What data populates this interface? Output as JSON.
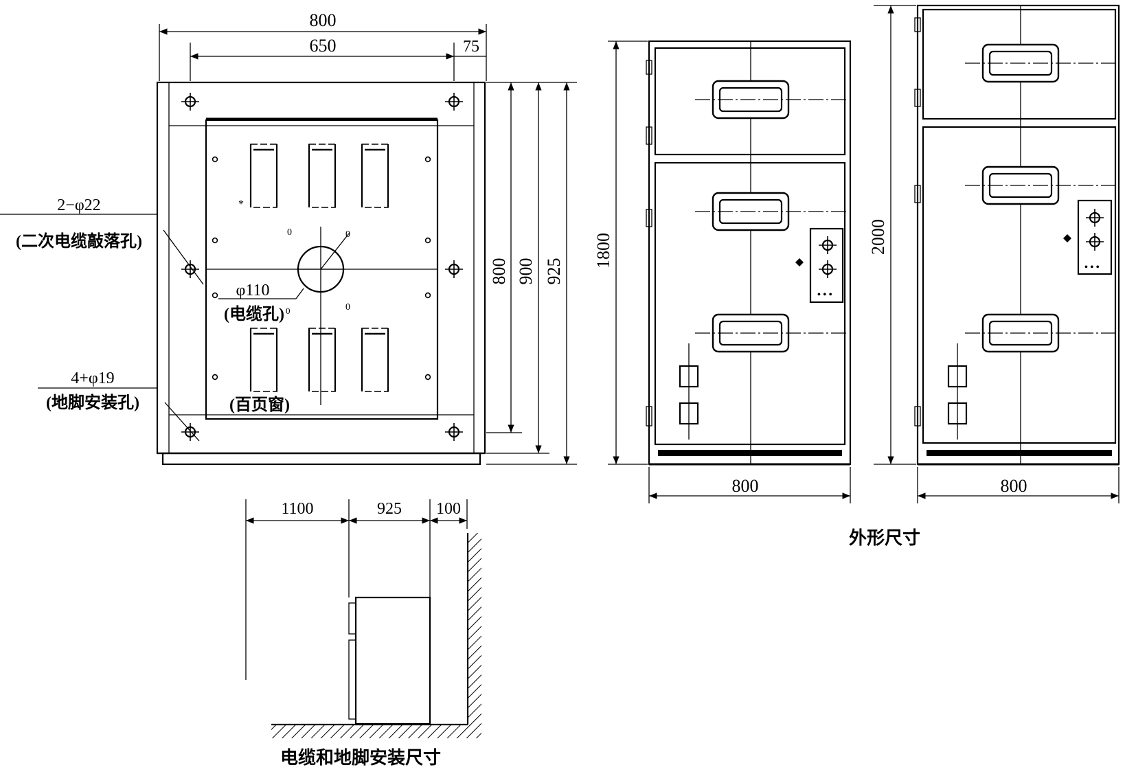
{
  "plan_view": {
    "dim_total_width": "800",
    "dim_inner_width": "650",
    "dim_side_offset": "75",
    "dim_depth_inner": "800",
    "dim_depth_mid": "900",
    "dim_depth_total": "925",
    "secondary_hole_label": "2−φ22",
    "secondary_hole_note": "(二次电缆敲落孔)",
    "cable_hole_label": "φ110",
    "cable_hole_note": "(电缆孔)",
    "foot_hole_label": "4+φ19",
    "foot_hole_note": "(地脚安装孔)",
    "louver_note": "(百页窗)"
  },
  "front_view_1800": {
    "dim_height": "1800",
    "dim_width": "800"
  },
  "front_view_2000": {
    "dim_height": "2000",
    "dim_width": "800"
  },
  "outline_caption": "外形尺寸",
  "install_view": {
    "dim_front": "1100",
    "dim_depth": "925",
    "dim_back": "100",
    "caption": "电缆和地脚安装尺寸"
  }
}
